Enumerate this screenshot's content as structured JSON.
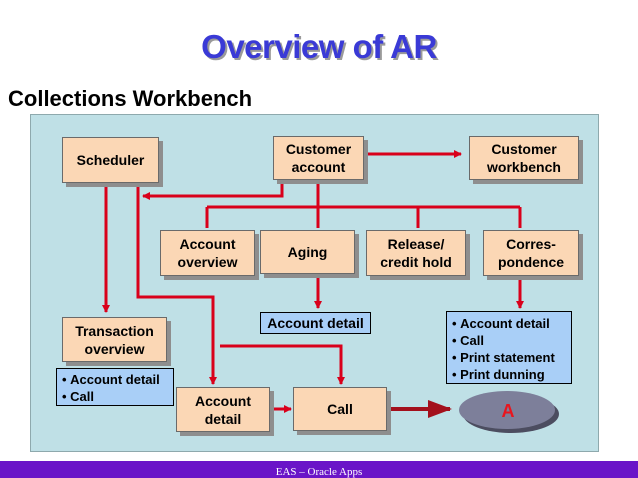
{
  "title": "Overview of AR",
  "subtitle": "Collections Workbench",
  "boxes": {
    "scheduler": "Scheduler",
    "customer_account": "Customer\naccount",
    "customer_workbench": "Customer\nworkbench",
    "account_overview": "Account\noverview",
    "aging": "Aging",
    "release_credit_hold": "Release/\ncredit hold",
    "correspondence": "Corres-\npondence",
    "transaction_overview": "Transaction\noverview",
    "account_detail_box": "Account\ndetail",
    "call": "Call"
  },
  "aging_detail": "Account detail",
  "correspondence_items": [
    "Account detail",
    "Call",
    "Print statement",
    "Print dunning"
  ],
  "transaction_items": [
    "Account detail",
    "Call"
  ],
  "oval_label": "A",
  "footer": "EAS – Oracle Apps",
  "colors": {
    "title": "#3a3ad6",
    "box": "#fbd7b5",
    "info": "#a9cff7",
    "panel": "#bfe0e6",
    "connector": "#d9001b",
    "oval": "#7d7f9a",
    "footer": "#6a15c8"
  }
}
